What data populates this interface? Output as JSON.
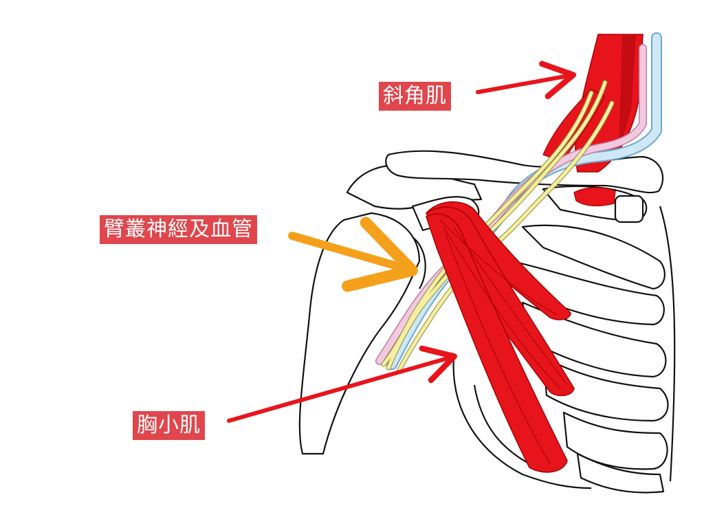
{
  "labels": {
    "scalene": "斜角肌",
    "plexus": "臂叢神經及血管",
    "pectoralis_minor": "胸小肌"
  },
  "colors": {
    "label_bg": "#e0464c",
    "label_text": "#ffffff",
    "muscle": "#e8141c",
    "muscle_stripe": "#a80000",
    "nerve": "#f6eea0",
    "vein": "#cfe8f6",
    "artery": "#f3c9e0",
    "bone_outline": "#111111",
    "arrow_red": "#e8141c",
    "arrow_orange": "#f5a01a"
  }
}
